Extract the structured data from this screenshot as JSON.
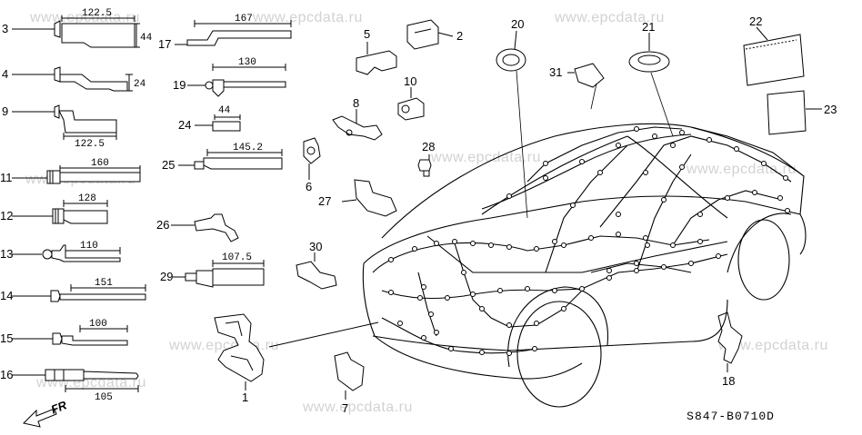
{
  "watermark": "www.epcdata.ru",
  "diagram_code": "S847-B0710D",
  "direction_label": "FR",
  "callouts": {
    "c1": "1",
    "c2": "2",
    "c3": "3",
    "c4": "4",
    "c5": "5",
    "c6": "6",
    "c7": "7",
    "c8": "8",
    "c9": "9",
    "c10": "10",
    "c11": "11",
    "c12": "12",
    "c13": "13",
    "c14": "14",
    "c15": "15",
    "c16": "16",
    "c17": "17",
    "c18": "18",
    "c19": "19",
    "c20": "20",
    "c21": "21",
    "c22": "22",
    "c23": "23",
    "c24": "24",
    "c25": "25",
    "c26": "26",
    "c27": "27",
    "c28": "28",
    "c29": "29",
    "c30": "30",
    "c31": "31"
  },
  "dimensions": {
    "d3": "122.5",
    "d3h": "44",
    "d4": "24",
    "d9": "122.5",
    "d11": "160",
    "d12": "128",
    "d13": "110",
    "d14": "151",
    "d15": "100",
    "d16": "105",
    "d17": "167",
    "d19": "130",
    "d24": "44",
    "d25": "145.2",
    "d29": "107.5"
  },
  "icons": [
    "direction-arrow-icon"
  ]
}
